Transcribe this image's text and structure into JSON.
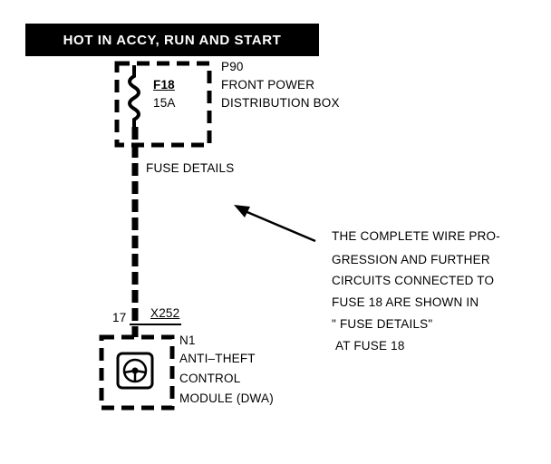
{
  "power_banner": "HOT IN ACCY, RUN AND START",
  "fuse_box": {
    "id": "P90",
    "name_line1": "FRONT POWER",
    "name_line2": "DISTRIBUTION BOX",
    "fuse_number": "F18",
    "fuse_rating": "15A"
  },
  "wire_label": "FUSE DETAILS",
  "connector": {
    "pin": "17",
    "id": "X252"
  },
  "module": {
    "id": "N1",
    "name_line1": "ANTI–THEFT",
    "name_line2": "CONTROL",
    "name_line3": "MODULE (DWA)",
    "icon": "steering-wheel-icon"
  },
  "note": {
    "lines": [
      "THE COMPLETE WIRE PRO-",
      "GRESSION AND FURTHER",
      "CIRCUITS CONNECTED TO",
      "FUSE 18 ARE SHOWN IN",
      "\" FUSE DETAILS\"",
      "AT FUSE 18"
    ]
  }
}
